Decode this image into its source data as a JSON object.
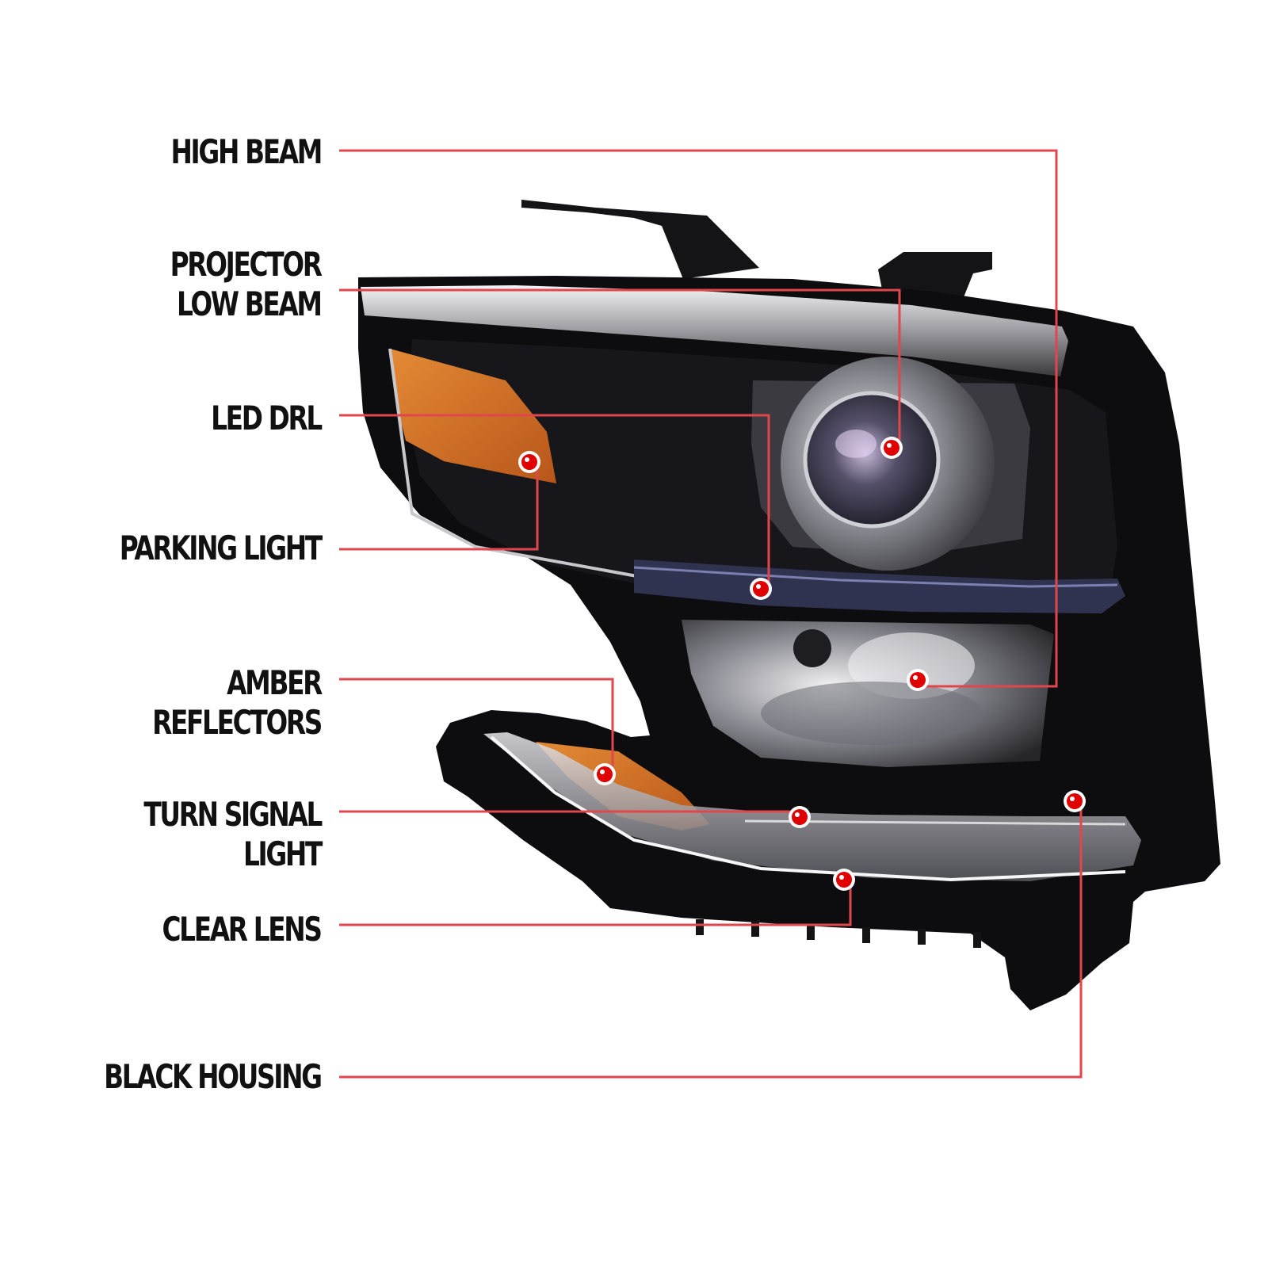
{
  "colors": {
    "callout_line": "#e0474c",
    "callout_dot": "#e00000",
    "background": "#ffffff",
    "housing": "#0d0d0f",
    "chrome": "#d8d8dc",
    "amber": "#d9792a"
  },
  "callouts": [
    {
      "id": "high-beam",
      "label": "HIGH BEAM"
    },
    {
      "id": "projector-low-beam",
      "label": "PROJECTOR\nLOW BEAM"
    },
    {
      "id": "led-drl",
      "label": "LED DRL"
    },
    {
      "id": "parking-light",
      "label": "PARKING LIGHT"
    },
    {
      "id": "amber-reflectors",
      "label": "AMBER REFLECTORS"
    },
    {
      "id": "turn-signal-light",
      "label": "TURN SIGNAL LIGHT"
    },
    {
      "id": "clear-lens",
      "label": "CLEAR LENS"
    },
    {
      "id": "black-housing",
      "label": "BLACK HOUSING"
    }
  ]
}
